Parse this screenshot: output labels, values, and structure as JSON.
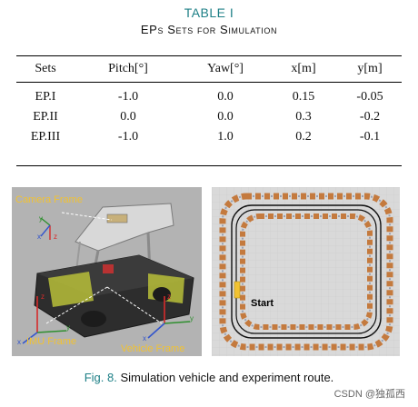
{
  "table": {
    "number": "TABLE I",
    "caption": "EPs Sets for Simulation",
    "headers": [
      "Sets",
      "Pitch[°]",
      "Yaw[°]",
      "x[m]",
      "y[m]"
    ],
    "rows": [
      [
        "EP.I",
        "-1.0",
        "0.0",
        "0.15",
        "-0.05"
      ],
      [
        "EP.II",
        "0.0",
        "0.0",
        "0.3",
        "-0.2"
      ],
      [
        "EP.III",
        "-1.0",
        "1.0",
        "0.2",
        "-0.1"
      ]
    ]
  },
  "figure": {
    "left_labels": {
      "camera_frame": "Camera Frame",
      "imu_frame": "IMU Frame",
      "vehicle_frame": "Vehicle Frame"
    },
    "axes": {
      "x": "x",
      "y": "y",
      "z": "z"
    },
    "right_label": "Start",
    "caption_number": "Fig. 8.",
    "caption_text": "Simulation vehicle and experiment route."
  },
  "watermark": "CSDN @独孤西",
  "colors": {
    "accent": "#1d7f86",
    "frame_label": "#f1c232"
  }
}
